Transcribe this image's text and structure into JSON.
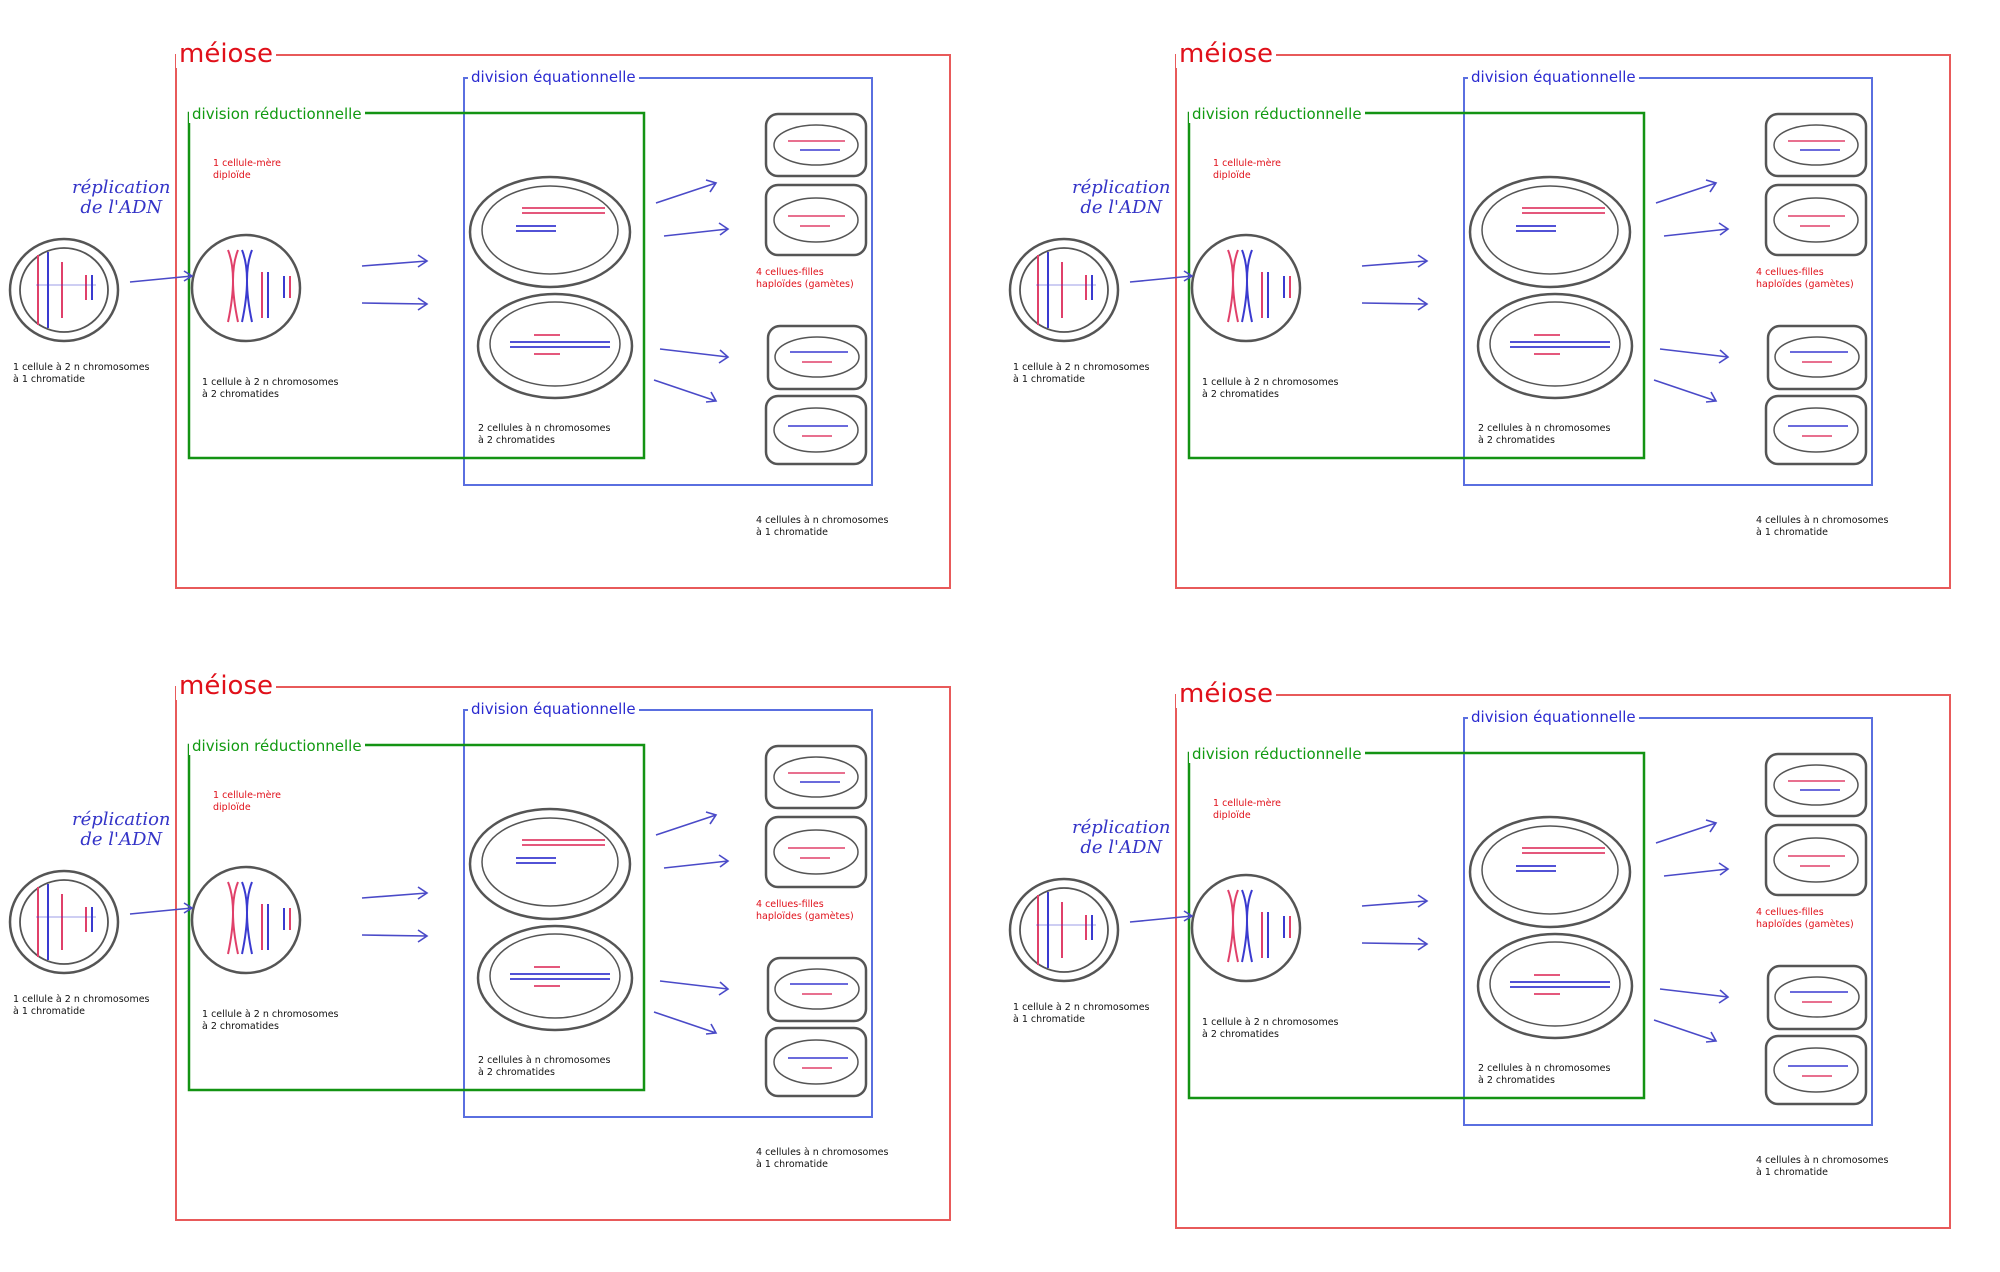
{
  "colors": {
    "meiosis_frame": "#e85a5a",
    "reductional_frame": "#139313",
    "equational_frame": "#5a6fe0",
    "chromosome_red": "#e0406a",
    "chromosome_blue": "#3a3ad0",
    "cell_outline": "#555555",
    "arrow": "#4a4ac8"
  },
  "panels": [
    {
      "title": "méiose",
      "equational_label": "division équationnelle",
      "reductional_label": "division réductionnelle",
      "replication_label": "réplication\nde l'ADN",
      "mother_label": "1 cellule-mère\ndiploïde",
      "daughters_label": "4 cellues-filles\nhaploïdes (gamètes)",
      "cell1_caption": "1 cellule à 2 n chromosomes\nà 1 chromatide",
      "cell2_caption": "1 cellule à 2 n chromosomes\nà 2 chromatides",
      "cells3_caption": "2 cellules à n chromosomes\nà 2 chromatides",
      "cells4_caption": "4 cellules à n chromosomes\nà 1 chromatide"
    },
    {
      "title": "méiose",
      "equational_label": "division équationnelle",
      "reductional_label": "division réductionnelle",
      "replication_label": "réplication\nde l'ADN",
      "mother_label": "1 cellule-mère\ndiploïde",
      "daughters_label": "4 cellues-filles\nhaploïdes (gamètes)",
      "cell1_caption": "1 cellule à 2 n chromosomes\nà 1 chromatide",
      "cell2_caption": "1 cellule à 2 n chromosomes\nà 2 chromatides",
      "cells3_caption": "2 cellules à n chromosomes\nà 2 chromatides",
      "cells4_caption": "4 cellules à n chromosomes\nà 1 chromatide"
    },
    {
      "title": "méiose",
      "equational_label": "division équationnelle",
      "reductional_label": "division réductionnelle",
      "replication_label": "réplication\nde l'ADN",
      "mother_label": "1 cellule-mère\ndiploïde",
      "daughters_label": "4 cellues-filles\nhaploïdes (gamètes)",
      "cell1_caption": "1 cellule à 2 n chromosomes\nà 1 chromatide",
      "cell2_caption": "1 cellule à 2 n chromosomes\nà 2 chromatides",
      "cells3_caption": "2 cellules à n chromosomes\nà 2 chromatides",
      "cells4_caption": "4 cellules à n chromosomes\nà 1 chromatide"
    },
    {
      "title": "méiose",
      "equational_label": "division équationnelle",
      "reductional_label": "division réductionnelle",
      "replication_label": "réplication\nde l'ADN",
      "mother_label": "1 cellule-mère\ndiploïde",
      "daughters_label": "4 cellues-filles\nhaploïdes (gamètes)",
      "cell1_caption": "1 cellule à 2 n chromosomes\nà 1 chromatide",
      "cell2_caption": "1 cellule à 2 n chromosomes\nà 2 chromatides",
      "cells3_caption": "2 cellules à n chromosomes\nà 2 chromatides",
      "cells4_caption": "4 cellules à n chromosomes\nà 1 chromatide"
    }
  ]
}
